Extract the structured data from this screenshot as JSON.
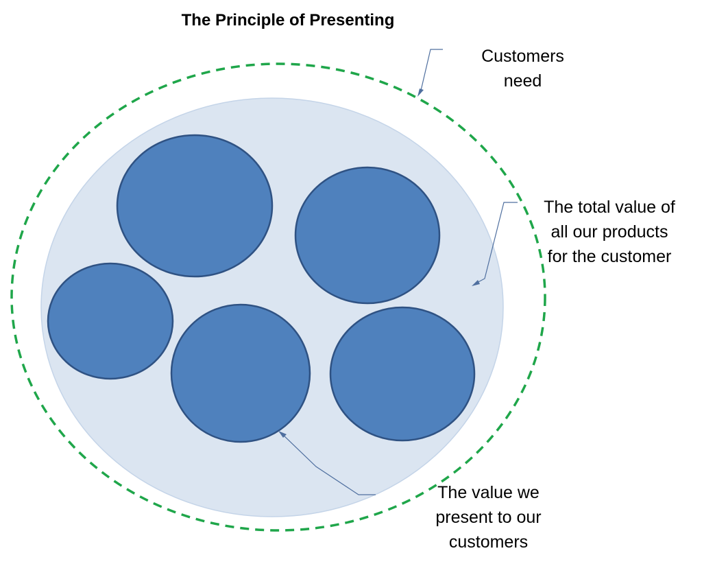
{
  "title": "The Principle of Presenting",
  "labels": {
    "customers_need": [
      "Customers",
      "need"
    ],
    "total_value": [
      "The total value of",
      "all our products",
      "for the customer"
    ],
    "value_present": [
      "The value we",
      "present to our",
      "customers"
    ]
  },
  "colors": {
    "dashed_ring": "#1fa64a",
    "value_area_fill": "#dbe5f1",
    "value_area_stroke": "#c4d4e8",
    "product_fill": "#4f81bd",
    "product_stroke": "#2f5283",
    "callout_line": "#4f6f9f"
  }
}
